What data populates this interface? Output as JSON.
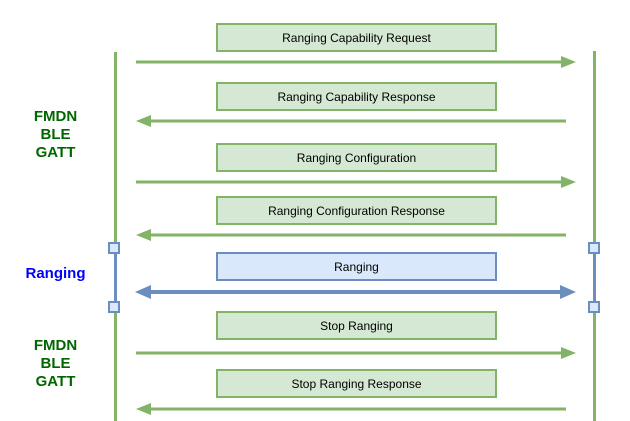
{
  "colors": {
    "bg": "#ffffff",
    "green_stroke": "#82b366",
    "green_fill": "#d5e8d4",
    "blue_stroke": "#6c8ebf",
    "blue_fill": "#dae8fc",
    "green_label_text": "#006600",
    "blue_label_text": "#0000ff",
    "box_text": "#000000"
  },
  "side_labels": [
    {
      "name": "fmdn-ble-gatt-top",
      "lines": [
        "FMDN",
        "BLE",
        "GATT"
      ]
    },
    {
      "name": "ranging-phase",
      "lines": [
        "Ranging"
      ]
    },
    {
      "name": "fmdn-ble-gatt-bottom",
      "lines": [
        "FMDN",
        "BLE",
        "GATT"
      ]
    }
  ],
  "messages": [
    {
      "label": "Ranging Capability Request",
      "direction": "right",
      "style": "green"
    },
    {
      "label": "Ranging Capability Response",
      "direction": "left",
      "style": "green"
    },
    {
      "label": "Ranging Configuration",
      "direction": "right",
      "style": "green"
    },
    {
      "label": "Ranging Configuration Response",
      "direction": "left",
      "style": "green"
    },
    {
      "label": "Ranging",
      "direction": "both",
      "style": "blue"
    },
    {
      "label": "Stop Ranging",
      "direction": "right",
      "style": "green"
    },
    {
      "label": "Stop Ranging Response",
      "direction": "left",
      "style": "green"
    }
  ]
}
